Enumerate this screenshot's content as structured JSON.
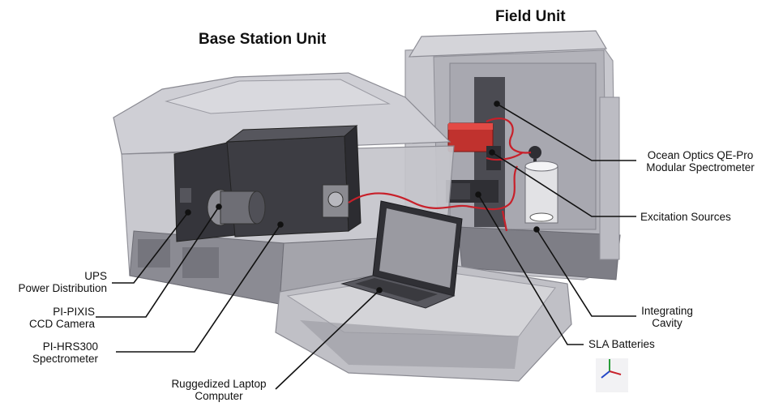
{
  "titles": {
    "base_station": "Base Station Unit",
    "field_unit": "Field Unit"
  },
  "labels": {
    "ups": [
      "UPS",
      "Power Distribution"
    ],
    "pixis": [
      "PI-PIXIS",
      "CCD Camera"
    ],
    "hrs300": [
      "PI-HRS300",
      "Spectrometer"
    ],
    "laptop": [
      "Ruggedized Laptop",
      "Computer"
    ],
    "qepro": [
      "Ocean Optics QE-Pro",
      "Modular Spectrometer"
    ],
    "excitation": [
      "Excitation Sources"
    ],
    "cavity": [
      "Integrating",
      "Cavity"
    ],
    "batteries": [
      "SLA Batteries"
    ]
  },
  "colors": {
    "case_fill": "#c9c9ce",
    "case_edge": "#8a8a92",
    "equipment": "#3a3a3f",
    "cable": "#c8202a",
    "leader": "#111111"
  }
}
